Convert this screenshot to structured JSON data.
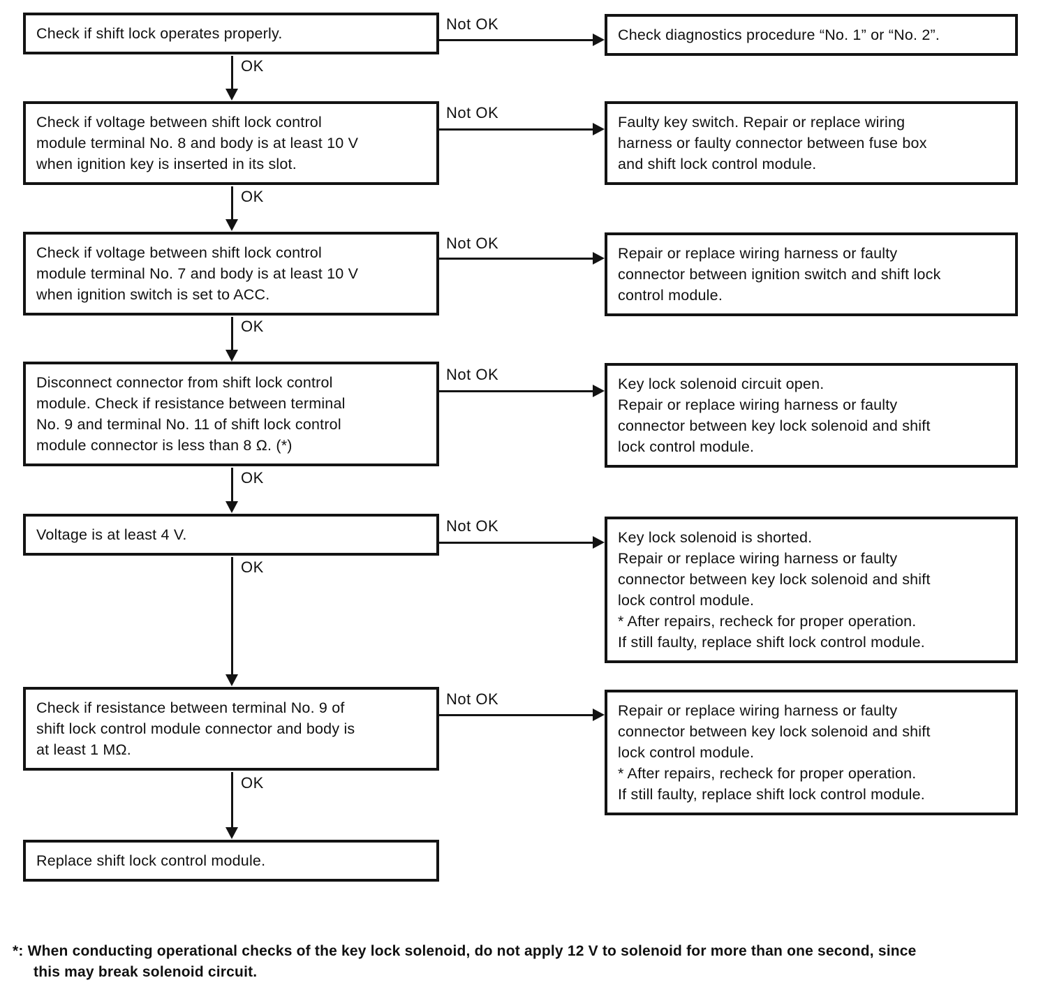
{
  "flowchart": {
    "steps": [
      {
        "check": "Check if shift lock operates properly.",
        "ok": "OK",
        "not_ok": "Not OK",
        "action": "Check diagnostics procedure “No. 1” or “No. 2”."
      },
      {
        "check": "Check if voltage between shift lock control\nmodule terminal No. 8 and body is at least 10 V\nwhen ignition key is inserted in its slot.",
        "ok": "OK",
        "not_ok": "Not OK",
        "action": "Faulty key switch. Repair or replace wiring\nharness or faulty connector between fuse box\nand shift lock control module."
      },
      {
        "check": "Check if voltage between shift lock control\nmodule terminal No. 7 and body is at least 10 V\nwhen ignition switch is set to ACC.",
        "ok": "OK",
        "not_ok": "Not OK",
        "action": "Repair or replace wiring harness or faulty\nconnector between ignition switch and shift lock\ncontrol module."
      },
      {
        "check": "Disconnect connector from shift lock control\nmodule. Check if resistance between terminal\nNo. 9 and terminal No. 11 of shift lock control\nmodule connector is less than 8 Ω. (*)",
        "ok": "OK",
        "not_ok": "Not OK",
        "action": "Key lock solenoid circuit open.\nRepair or replace wiring harness or faulty\nconnector between key lock solenoid and shift\nlock control module."
      },
      {
        "check": "Voltage is at least 4 V.",
        "ok": "OK",
        "not_ok": "Not OK",
        "action": "Key lock solenoid is shorted.\nRepair or replace wiring harness or faulty\nconnector between key lock solenoid and shift\nlock control module.\n* After repairs, recheck for proper operation.\nIf still faulty, replace shift lock control module."
      },
      {
        "check": "Check if resistance between terminal No. 9 of\nshift lock control module connector and body is\nat least 1 MΩ.",
        "ok": "OK",
        "not_ok": "Not OK",
        "action": "Repair or replace wiring harness or faulty\nconnector between key lock solenoid and shift\nlock control module.\n* After repairs, recheck for proper operation.\nIf still faulty, replace shift lock control module."
      }
    ],
    "final_step": "Replace shift lock control module.",
    "footnote": "*: When conducting operational checks of the key lock solenoid, do not apply 12 V to solenoid for more than one second, since\nthis may break solenoid circuit.",
    "colors": {
      "ink": "#131313",
      "paper": "#ffffff"
    }
  }
}
